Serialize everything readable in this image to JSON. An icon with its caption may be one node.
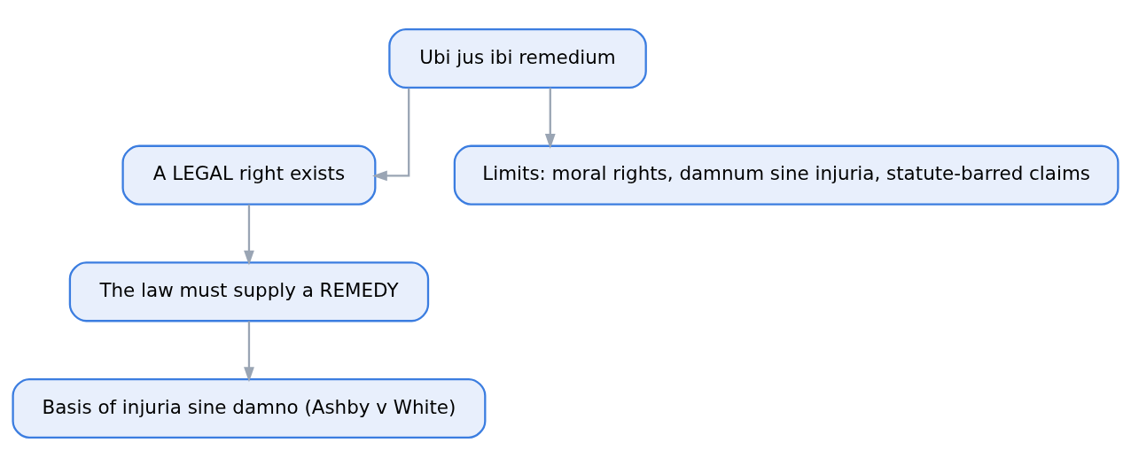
{
  "diagram": {
    "nodes": [
      {
        "text": [
          "Ubi jus ibi remedium"
        ]
      },
      {
        "text": [
          "A LEGAL right exists"
        ]
      },
      {
        "text": [
          "Limits: moral rights, damnum sine injuria, statute-barred claims"
        ]
      },
      {
        "text": [
          "The law must supply a REMEDY"
        ]
      },
      {
        "text": [
          "Basis of injuria sine damno (Ashby v White)"
        ]
      }
    ],
    "edges": [
      {
        "from": 0,
        "to": 1,
        "arrow": "to"
      },
      {
        "from": 0,
        "to": 2,
        "arrow": "to"
      },
      {
        "from": 1,
        "to": 3,
        "arrow": "to"
      },
      {
        "from": 3,
        "to": 4,
        "arrow": "to"
      }
    ]
  }
}
